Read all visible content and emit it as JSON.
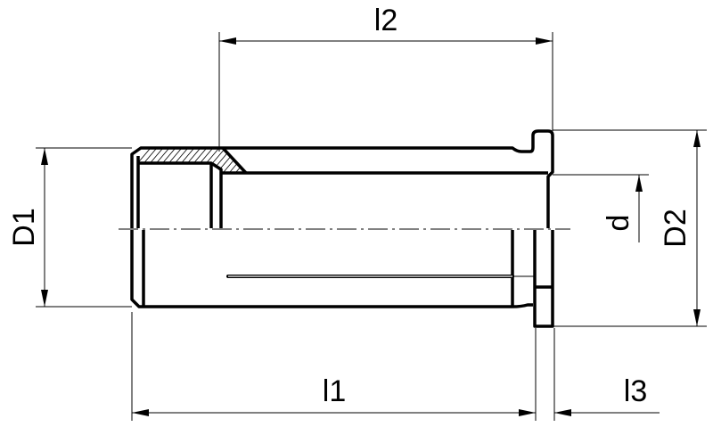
{
  "drawing": {
    "title": "Collet sleeve technical drawing",
    "dimensions": {
      "l1": "l1",
      "l2": "l2",
      "l3": "l3",
      "D1": "D1",
      "D2": "D2",
      "d": "d"
    },
    "line_color": "#000000",
    "background_color": "#ffffff"
  }
}
